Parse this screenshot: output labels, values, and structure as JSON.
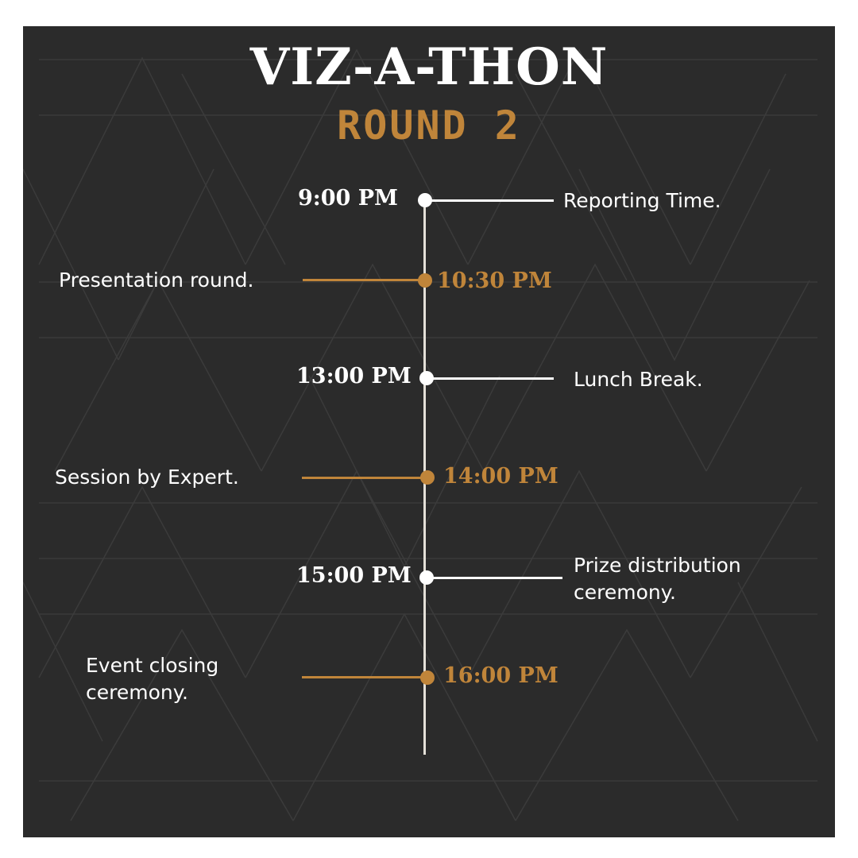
{
  "title": "VIZ-A-THON",
  "subtitle": "ROUND 2",
  "colors": {
    "background": "#2b2b2b",
    "accent": "#c0853a",
    "text": "#ffffff",
    "timeline": "#e4e0d8"
  },
  "schedule": [
    {
      "time": "9:00 PM",
      "event": "Reporting Time."
    },
    {
      "time": "10:30 PM",
      "event": "Presentation round."
    },
    {
      "time": "13:00 PM",
      "event": "Lunch Break."
    },
    {
      "time": "14:00 PM",
      "event": "Session by Expert."
    },
    {
      "time": "15:00 PM",
      "event": "Prize distribution ceremony."
    },
    {
      "time": "16:00 PM",
      "event": "Event closing ceremony."
    }
  ]
}
